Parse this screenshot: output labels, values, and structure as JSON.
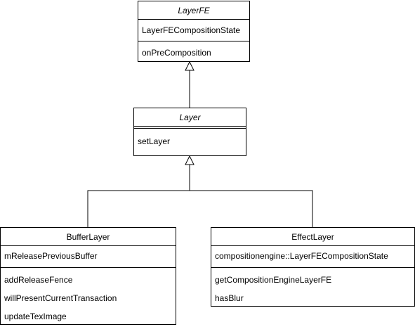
{
  "classes": {
    "layerfe": {
      "name": "LayerFE",
      "attributes": [
        "LayerFECompositionState"
      ],
      "methods": [
        "onPreComposition"
      ]
    },
    "layer": {
      "name": "Layer",
      "attributes": [],
      "methods": [
        "setLayer"
      ]
    },
    "bufferlayer": {
      "name": "BufferLayer",
      "attributes": [
        "mReleasePreviousBuffer"
      ],
      "methods": [
        "addReleaseFence",
        "willPresentCurrentTransaction",
        "updateTexImage"
      ]
    },
    "effectlayer": {
      "name": "EffectLayer",
      "attributes": [
        "compositionengine::LayerFECompositionState"
      ],
      "methods": [
        "getCompositionEngineLayerFE",
        "hasBlur"
      ]
    }
  }
}
